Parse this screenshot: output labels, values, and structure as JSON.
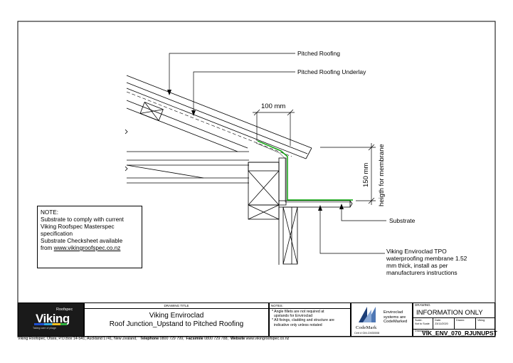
{
  "callouts": {
    "pitched_roofing": "Pitched Roofing",
    "pitched_roofing_underlay": "Pitched Roofing Underlay",
    "dim_100": "100 mm",
    "dim_150": "150 mm",
    "dim_150_sub": "heigth for membrane",
    "substrate": "Substrate",
    "membrane_lines": [
      "Viking Enviroclad TPO",
      "waterproofing membrane 1.52",
      "mm thick, install as per",
      "manufacturers instructions"
    ]
  },
  "note": {
    "lines": [
      "NOTE:",
      "Substrate to comply with current",
      "Viking Roofspec Masterspec",
      "specification",
      "Substrate Checksheet available"
    ],
    "link_prefix": "from ",
    "link_text": "www.vikingroofspec.co.nz"
  },
  "title_block": {
    "logo": {
      "brand": "Viking",
      "sub": "Roofspec",
      "tagline": "Taking care of pliage"
    },
    "drawing_title_label": "DRAWING TITLE",
    "title_line1": "Viking Enviroclad",
    "title_line2": "Roof Junction_Upstand to Pitched Roofing",
    "notes_label": "NOTES:",
    "notes_lines": [
      "* Angle fillets are not required at",
      "  upstands for Enviroclad",
      "* All fixings, cladding and structure are",
      "  indicative only unless notated"
    ],
    "codemark": "CodeMark",
    "cert": "Cert # GM-CM30008",
    "codemark_desc": [
      "Enviroclad",
      "systems are",
      "CodeMarked"
    ],
    "drawing_label": "DRAWING",
    "info": "INFORMATION ONLY",
    "scale_label": "Scale:",
    "scale_value": "Not to Scale",
    "date_label": "Date:",
    "date_value": "23/11/2020",
    "drawn_label": "Drawn:",
    "drawn_value": "Viking",
    "number_label": "Drawing No.",
    "number": "VIK_ENV_070_RJUNUPST"
  },
  "footer": {
    "address": "Viking Roofspec, Otara, P.O.Box 14-541, Auckland 1741, New Zealand,",
    "tel_label": "Telephone",
    "tel": "0800 729 799,",
    "fax_label": "Facsimile",
    "fax": "0800 729 788,",
    "web_label": "Website",
    "web": "www.vikingroofspec.co.nz"
  }
}
